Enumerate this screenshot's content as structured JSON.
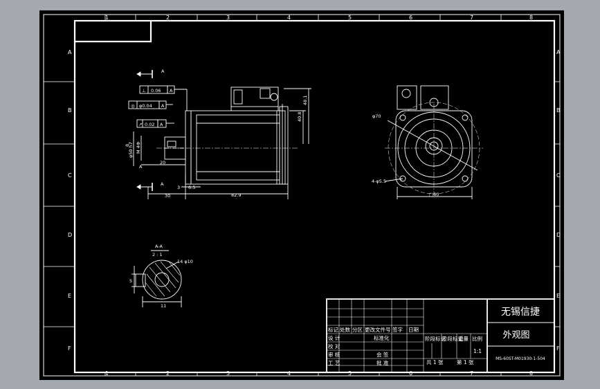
{
  "zones": {
    "cols": [
      "1",
      "2",
      "3",
      "4",
      "5",
      "6",
      "7",
      "8"
    ],
    "rows": [
      "A",
      "B",
      "C",
      "D",
      "E",
      "F"
    ]
  },
  "front_view": {
    "datum": "A",
    "section_mark": "A",
    "gdt": {
      "perp_symbol": "⊥",
      "perp_value": "0.06",
      "perp_datum": "A",
      "coax_symbol": "◎",
      "coax_value": "φ0.04",
      "coax_datum": "A",
      "runout_symbol": "↗",
      "runout_value": "0.02",
      "runout_datum": "A"
    },
    "dims": {
      "shaft_dia": "φ50 h7",
      "thread": "M 4Ф",
      "pilot": "8",
      "len_20": "20",
      "len_30": "30",
      "len_3": "3",
      "len_6_5": "6.5",
      "body_len": "82.9",
      "h1": "40.8",
      "h2": "48.1"
    }
  },
  "side_view": {
    "dia70": "φ70",
    "hole": "4-φ5.5",
    "square": "□60"
  },
  "section_view": {
    "title": "A-A",
    "scale": "2 : 1",
    "key": "14 φ10",
    "dim5": "5",
    "dim11": "11"
  },
  "title_block": {
    "company": "无锡信捷",
    "drawing_name": "外观图",
    "drawing_no": "MS-60ST-M01930-1-504",
    "row1": [
      "标记",
      "处数",
      "分区",
      "更改文件号",
      "签字",
      "日期"
    ],
    "designer": "设 计",
    "checker": "校 对",
    "reviewer": "审 核",
    "process": "工 艺",
    "standard": "标准化",
    "countersign": "会 签",
    "approve": "批 准",
    "stage": "阶段标记",
    "weight": "重量",
    "ratio": "比例",
    "ratio_value": "1:1",
    "total": "共  1  张",
    "sheet": "第  1  张"
  }
}
